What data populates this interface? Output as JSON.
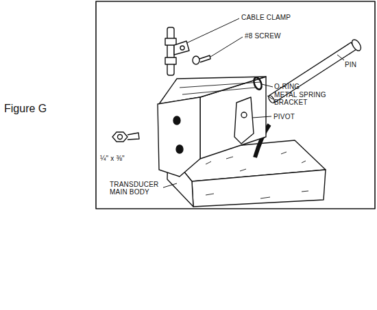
{
  "diagram": {
    "caption": "Figure G",
    "labels": [
      "CABLE CLAMP",
      "#8 SCREW",
      "PIN",
      "O-RING",
      "METAL SPRING BRACKET",
      "PIVOT",
      "¼\" x ⅜\"",
      "TRANSDUCER MAIN BODY"
    ]
  }
}
